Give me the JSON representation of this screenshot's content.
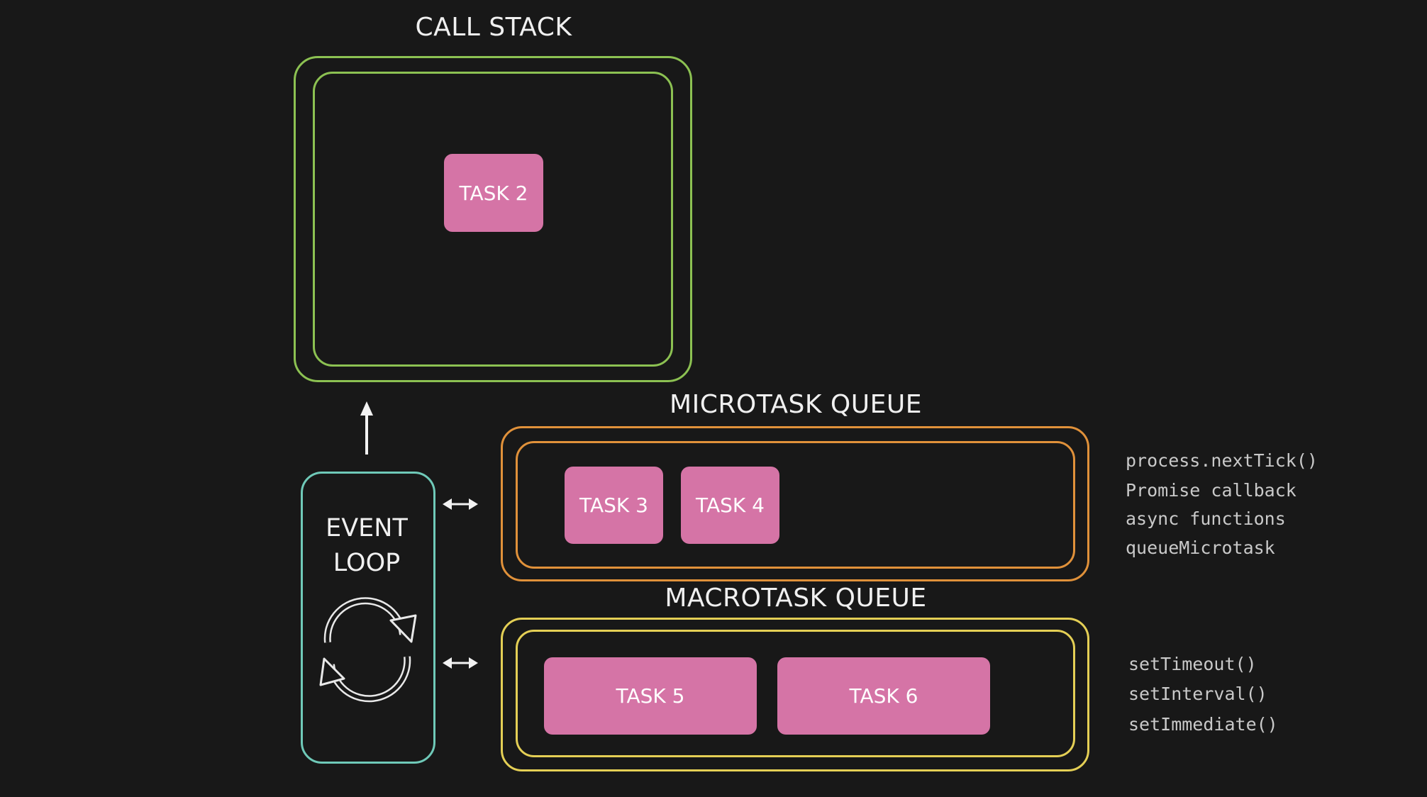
{
  "call_stack": {
    "title": "CALL STACK",
    "tasks": [
      "TASK 2"
    ],
    "color": "#8cc152"
  },
  "microtask_queue": {
    "title": "MICROTASK QUEUE",
    "tasks": [
      "TASK 3",
      "TASK 4"
    ],
    "color": "#e0913a",
    "apis": [
      "process.nextTick()",
      "Promise callback",
      "async functions",
      "queueMicrotask"
    ]
  },
  "macrotask_queue": {
    "title": "MACROTASK QUEUE",
    "tasks": [
      "TASK 5",
      "TASK 6"
    ],
    "color": "#e4cf55",
    "apis": [
      "setTimeout()",
      "setInterval()",
      "setImmediate()"
    ]
  },
  "event_loop": {
    "label_line1": "EVENT",
    "label_line2": "LOOP",
    "color": "#6fc9b8",
    "icon": "refresh-cycle-icon"
  },
  "colors": {
    "background": "#181818",
    "task_fill": "#d574a6",
    "text": "#f0f0f0"
  }
}
